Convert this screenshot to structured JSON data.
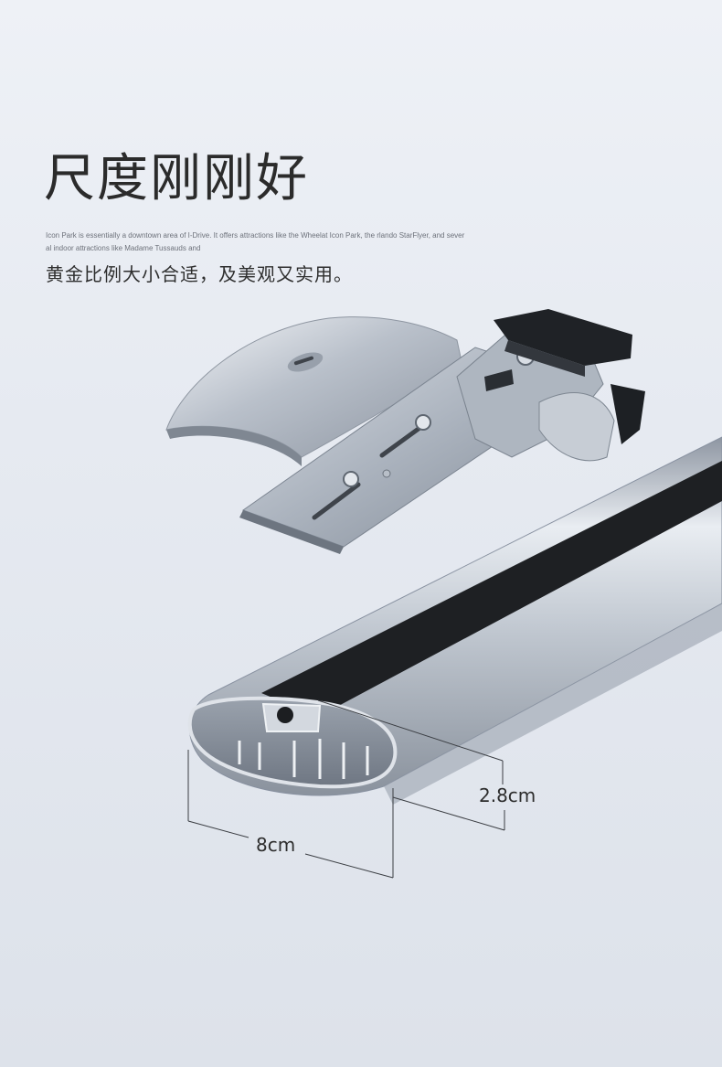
{
  "headline": "尺度刚刚好",
  "blurb": "Icon Park is essentially a downtown area of I-Drive. It offers attractions like the Wheelat Icon Park, the rlando StarFlyer, and several indoor attractions like Madame Tussauds and",
  "subtitle": "黄金比例大小合适，及美观又实用。",
  "dimensions": {
    "height_label": "2.8cm",
    "width_label": "8cm"
  },
  "colors": {
    "background": "#e6eaf1",
    "aluminum": "#c3c9d2",
    "rubber_strip": "#1e2023",
    "text": "#2b2b2b"
  }
}
